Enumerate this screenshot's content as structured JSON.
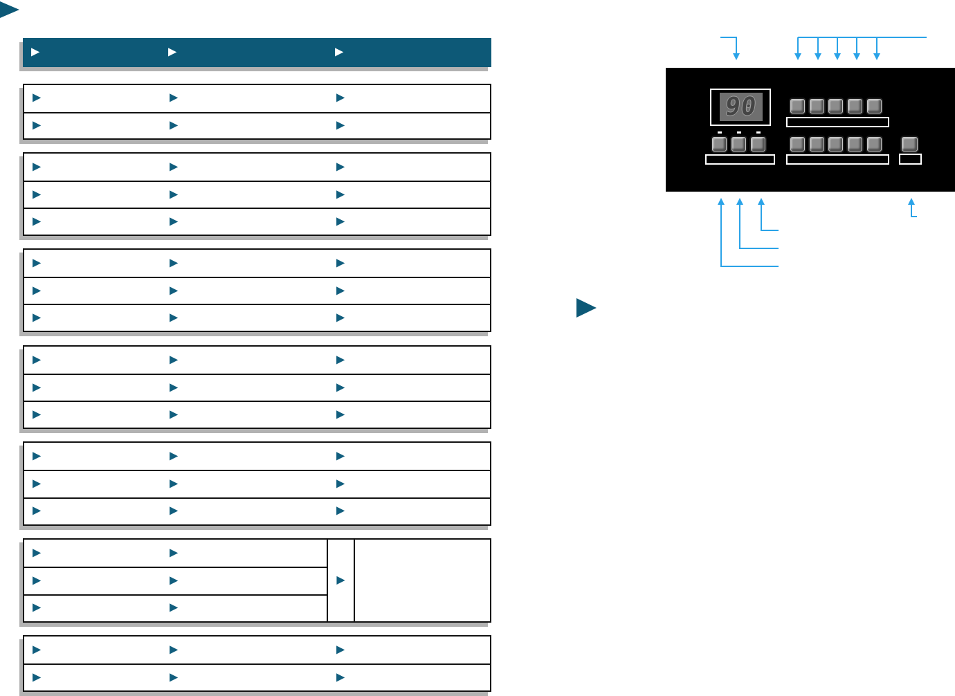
{
  "colors": {
    "teal_accent": "#0d5977",
    "bullet_teal": "#115e7e",
    "table_border": "#111111",
    "shadow_gray": "#b2b2b2",
    "arrow_blue": "#2aa3e8",
    "panel_background": "#000000",
    "button_gray": "#8c8c8c",
    "lcd_background": "#6f6f6f",
    "lcd_digit": "#454545"
  },
  "icons": {
    "bullet_glyph": "▶",
    "corner_marker": "right-triangle-teal",
    "section_marker": "right-triangle-teal"
  },
  "menu": {
    "header_bar": {
      "columns": 3
    },
    "groups": [
      {
        "id": "group-1",
        "rows": 2,
        "columns": 3
      },
      {
        "id": "group-2",
        "rows": 3,
        "columns": 3
      },
      {
        "id": "group-3",
        "rows": 3,
        "columns": 3
      },
      {
        "id": "group-4",
        "rows": 3,
        "columns": 3
      },
      {
        "id": "group-5",
        "rows": 3,
        "columns": 3
      },
      {
        "id": "group-6",
        "rows": 3,
        "columns": 2,
        "merged_arrow_cell": true,
        "merged_right_cell_empty": true
      },
      {
        "id": "group-7",
        "rows": 2,
        "columns": 3
      }
    ]
  },
  "control_panel": {
    "lcd": {
      "value": "90"
    },
    "buttons": {
      "top_row_count": 5,
      "bottom_left_count": 3,
      "bottom_middle_count": 5,
      "bottom_right_count": 1
    },
    "indicator_dash_count": 3,
    "label_strip_count": 4
  },
  "callouts": {
    "top_single_arrows": 1,
    "top_rail_arrows": 5,
    "bottom_left_arrows": 3,
    "bottom_right_arrows": 1
  }
}
